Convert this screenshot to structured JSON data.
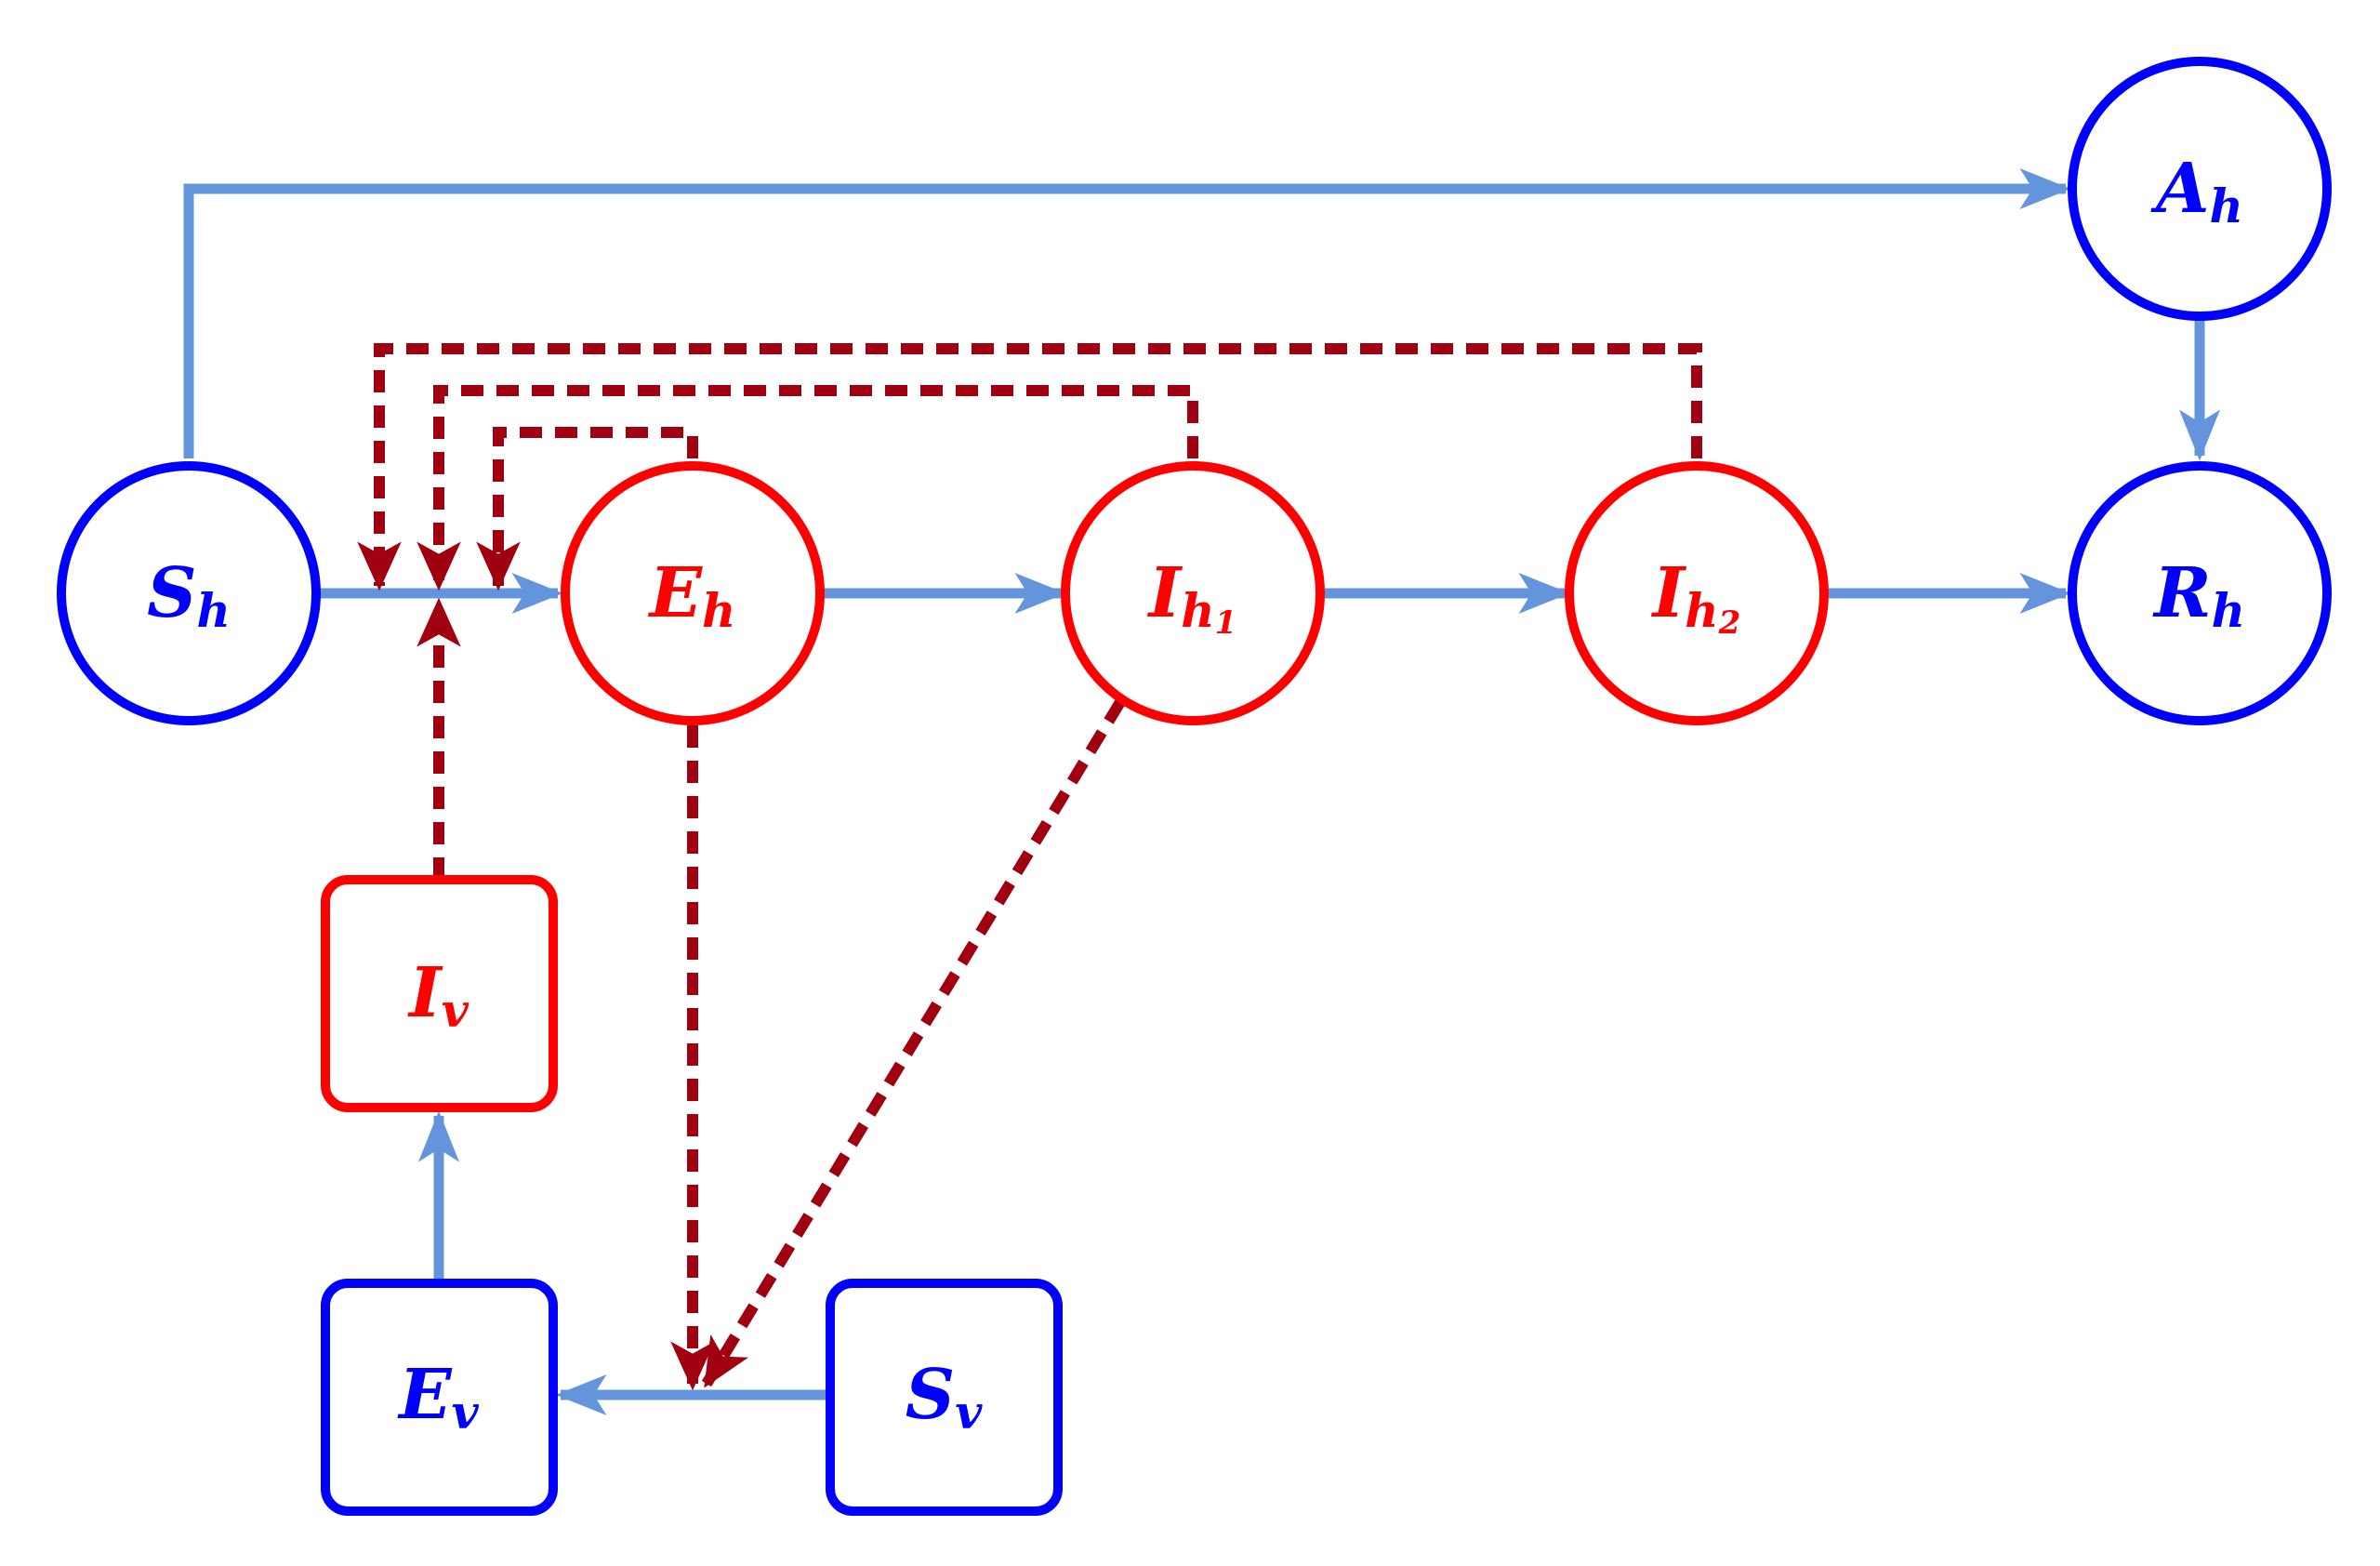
{
  "colors": {
    "human_uninfected": "#0000ff",
    "infected": "#ff0000",
    "transition_arrow": "#6495dc",
    "infection_arrow": "#a00010"
  },
  "nodes": {
    "Sh": {
      "main": "S",
      "sub": "h",
      "subsub": ""
    },
    "Eh": {
      "main": "E",
      "sub": "h",
      "subsub": ""
    },
    "Ih1": {
      "main": "I",
      "sub": "h",
      "subsub": "1"
    },
    "Ih2": {
      "main": "I",
      "sub": "h",
      "subsub": "2"
    },
    "Rh": {
      "main": "R",
      "sub": "h",
      "subsub": ""
    },
    "Ah": {
      "main": "A",
      "sub": "h",
      "subsub": ""
    },
    "Iv": {
      "main": "I",
      "sub": "v",
      "subsub": ""
    },
    "Ev": {
      "main": "E",
      "sub": "v",
      "subsub": ""
    },
    "Sv": {
      "main": "S",
      "sub": "v",
      "subsub": ""
    }
  }
}
